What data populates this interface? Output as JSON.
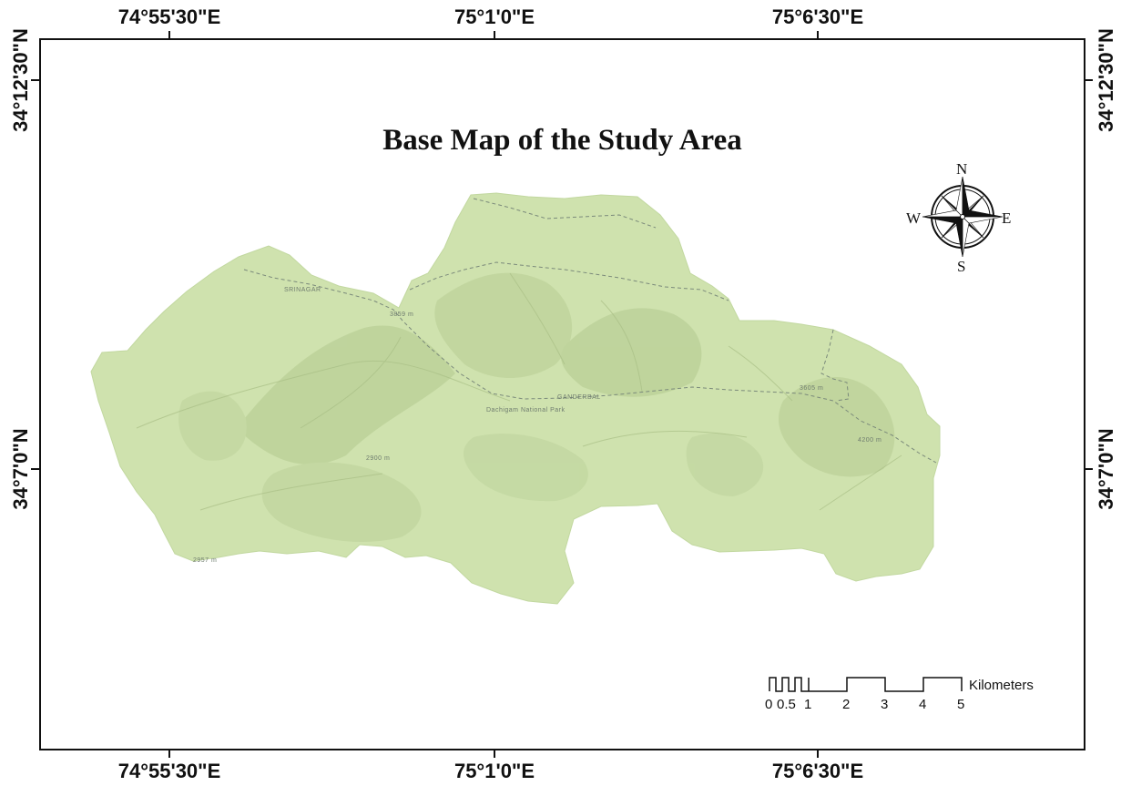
{
  "map": {
    "title": "Base Map of the Study Area",
    "colors": {
      "land": "#cfe2ae",
      "land_shade": "#b9cf95",
      "relief": "#a7bd84",
      "road": "#7b8a7b",
      "frame": "#111111"
    }
  },
  "graticule": {
    "top": [
      "74°55'30\"E",
      "75°1'0\"E",
      "75°6'30\"E"
    ],
    "bottom": [
      "74°55'30\"E",
      "75°1'0\"E",
      "75°6'30\"E"
    ],
    "left": [
      "34°12'30\"N",
      "34°7'0\"N"
    ],
    "right": [
      "34°12'30\"N",
      "34°7'0\"N"
    ]
  },
  "compass": {
    "north": "N",
    "south": "S",
    "east": "E",
    "west": "W",
    "icon": "compass-rose-icon"
  },
  "scale_bar": {
    "ticks": [
      "0",
      "0.5",
      "1",
      "2",
      "3",
      "4",
      "5"
    ],
    "unit": "Kilometers"
  },
  "basemap_labels": {
    "srinagar": "SRINAGAR",
    "ganderbal": "GANDERBAL",
    "park": "Dachigam National Park",
    "peak_1": "3859 m",
    "peak_2": "2957 m",
    "peak_3": "2900 m",
    "peak_4": "4200 m",
    "peak_5": "3605 m"
  }
}
